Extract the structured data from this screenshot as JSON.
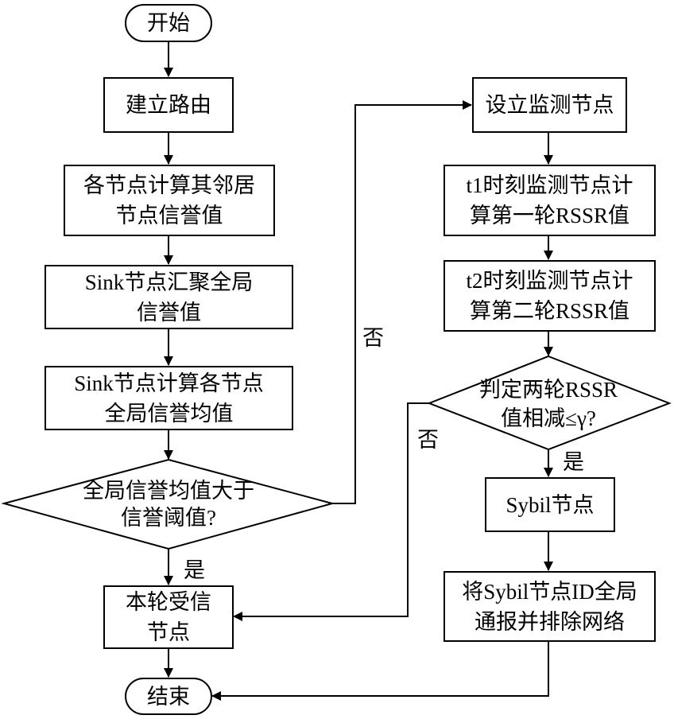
{
  "flowchart": {
    "start": "开始",
    "end": "结束",
    "left_column": {
      "step1": "建立路由",
      "step2": "各节点计算其邻居\n节点信誉值",
      "step3": "Sink节点汇聚全局\n信誉值",
      "step4": "Sink节点计算各节点\n全局信誉均值",
      "decision": "全局信誉均值大于\n信誉阈值?",
      "trusted": "本轮受信\n节点"
    },
    "right_column": {
      "step1": "设立监测节点",
      "step2": "t1时刻监测节点计\n算第一轮RSSR值",
      "step3": "t2时刻监测节点计\n算第二轮RSSR值",
      "decision": "判定两轮RSSR\n值相减≤γ?",
      "sybil": "Sybil节点",
      "broadcast": "将Sybil节点ID全局\n通报并排除网络"
    },
    "labels": {
      "yes_left": "是",
      "no_left": "否",
      "yes_right": "是",
      "no_right": "否"
    }
  }
}
